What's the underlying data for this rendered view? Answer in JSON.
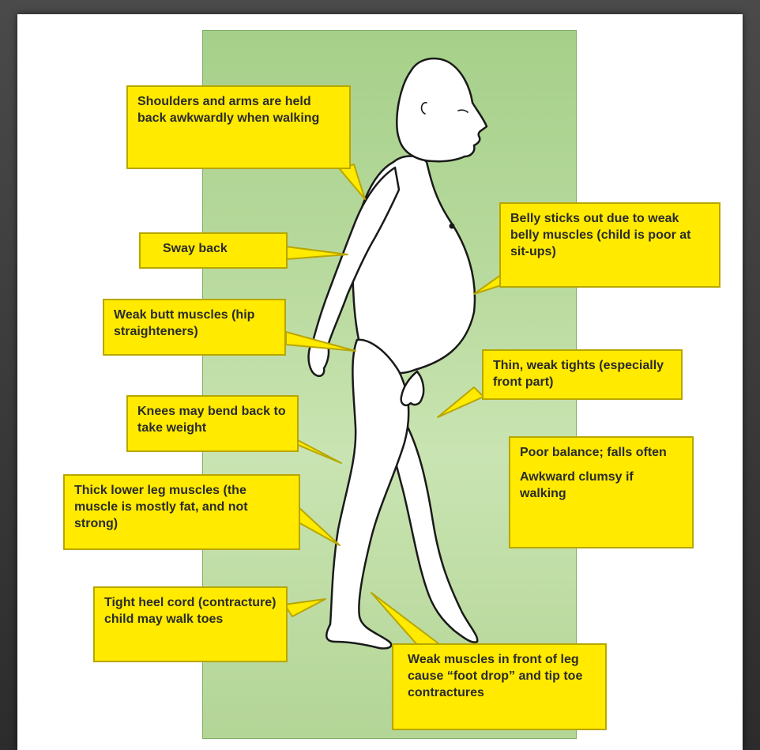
{
  "colors": {
    "callout_fill": "#ffea00",
    "callout_border": "#b8a600",
    "panel_green": "#b9da9e",
    "frame_dark": "#3f3f3f"
  },
  "callouts": {
    "shoulders": "Shoulders and arms are held back awkwardly when walking",
    "sway_back": "Sway back",
    "butt": "Weak butt muscles (hip straighteners)",
    "knees": "Knees may bend back to take weight",
    "lower_leg": "Thick lower leg muscles (the muscle is mostly fat, and not strong)",
    "heel_cord": "Tight heel cord (contracture) child may walk toes",
    "belly": "Belly sticks out due to weak belly muscles (child is poor at sit-ups)",
    "thighs": "Thin, weak tights (especially front part)",
    "balance_1": "Poor balance; falls often",
    "balance_2": "Awkward clumsy if walking",
    "foot_drop": "Weak muscles in front of leg cause “foot drop” and tip toe contractures"
  }
}
